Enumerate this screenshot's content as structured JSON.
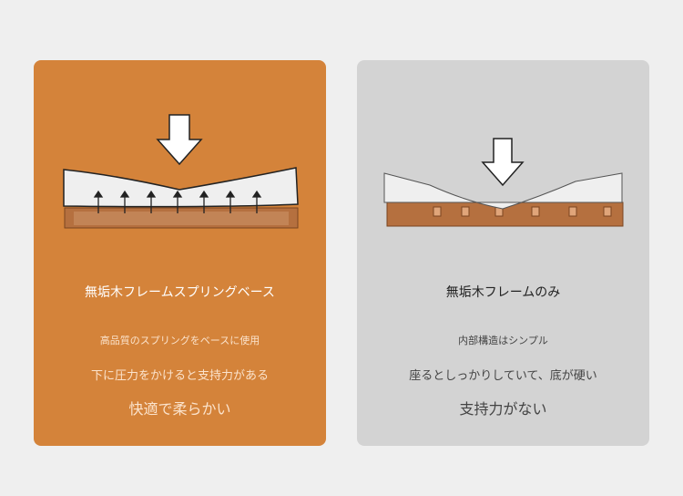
{
  "left_card": {
    "title": "無垢木フレームスプリングベース",
    "lines": [
      "高品質のスプリングをベースに使用",
      "下に圧力をかけると支持力がある",
      "快適で柔らかい"
    ],
    "color": "#d4833a"
  },
  "right_card": {
    "title": "無垢木フレームのみ",
    "lines": [
      "内部構造はシンプル",
      "座るとしっかりしていて、底が硬い",
      "支持力がない"
    ],
    "color": "#d3d3d3"
  }
}
